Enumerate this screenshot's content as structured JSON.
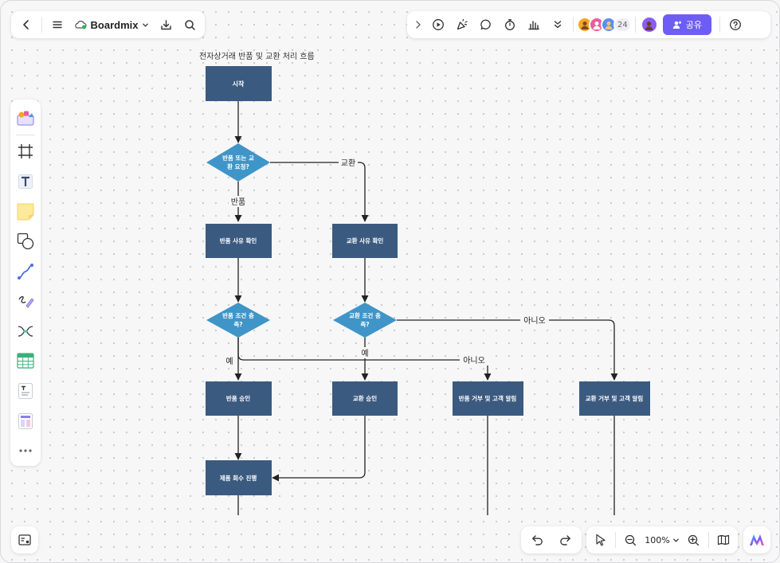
{
  "toolbar": {
    "brand_name": "Boardmix",
    "avatar_count": "24",
    "share_label": "공유"
  },
  "zoom": {
    "level": "100%"
  },
  "colors": {
    "process_fill": "#3b5a80",
    "decision_fill": "#3f95c8",
    "accent": "#6e5cf6",
    "arrow": "#222222"
  },
  "diagram": {
    "title": "전자상거래 반품 및 교환 처리 흐름",
    "nodes": {
      "start": "시작",
      "decision_request": [
        "반품 또는 교",
        "환 요청?"
      ],
      "return_reason": "반품 사유 확인",
      "exchange_reason": "교환 사유 확인",
      "decision_return_cond": [
        "반품 조건 충",
        "족?"
      ],
      "decision_exchange_cond": [
        "교환 조건 충",
        "족?"
      ],
      "return_approve": "반품 승인",
      "exchange_approve": "교환 승인",
      "return_reject": "반품 거부 및 고객 알림",
      "exchange_reject": "교환 거부 및 고객 알림",
      "product_collect": "제품 회수 진행"
    },
    "edge_labels": {
      "exchange": "교환",
      "return": "반품",
      "no_exchange": "아니오",
      "yes_return": "예",
      "yes_exchange": "예",
      "no_return": "아니오"
    }
  }
}
